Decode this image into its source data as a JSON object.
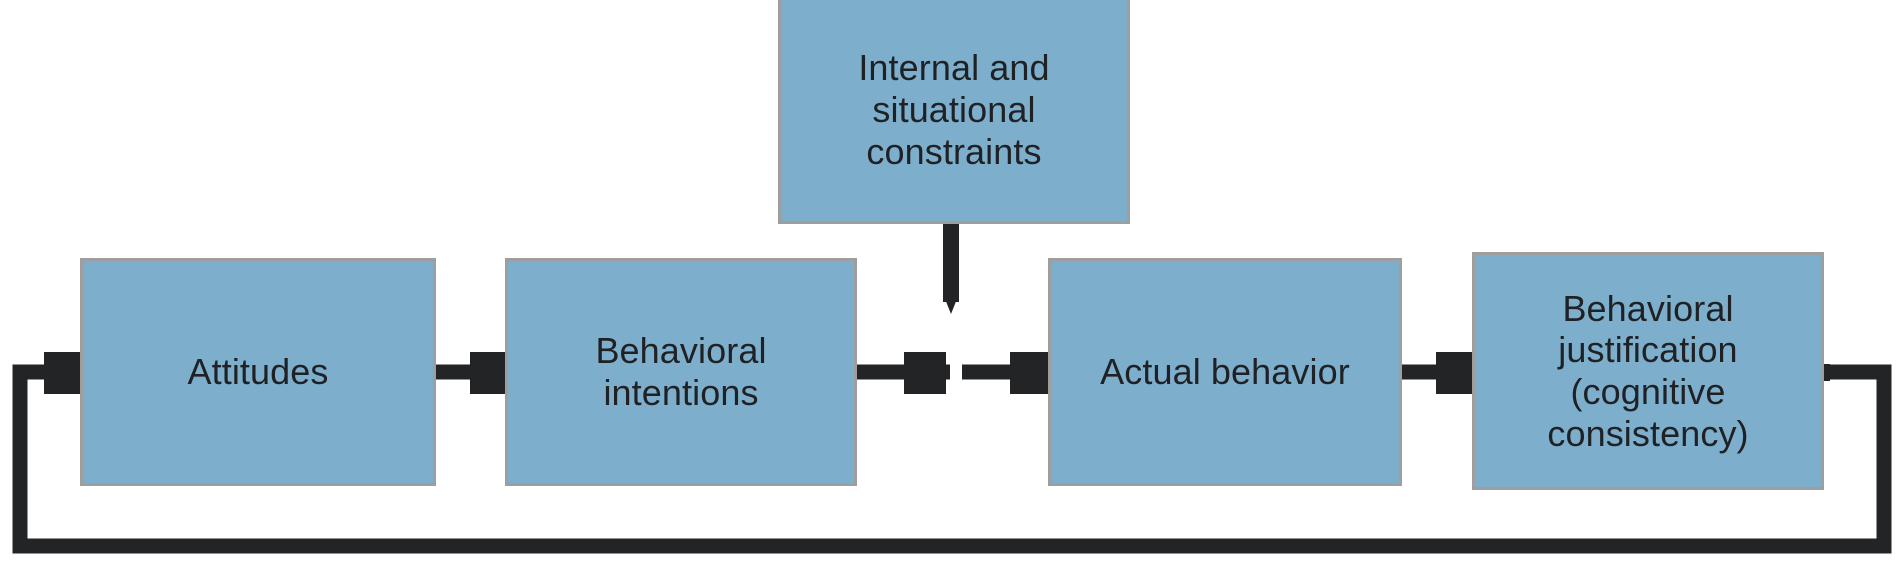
{
  "diagram": {
    "title": "Attitudes to behavior flow diagram",
    "colors": {
      "node_fill": "#7DAFCD",
      "node_border": "#9E9E9E",
      "edge": "#232426",
      "text": "#1F2124",
      "background": "#FFFFFF"
    },
    "nodes": [
      {
        "id": "constraints",
        "label": "Internal and\nsituational\nconstraints",
        "lines": [
          "Internal and",
          "situational",
          "constraints"
        ]
      },
      {
        "id": "attitudes",
        "label": "Attitudes",
        "lines": [
          "Attitudes"
        ]
      },
      {
        "id": "intentions",
        "label": "Behavioral\nintentions",
        "lines": [
          "Behavioral",
          "intentions"
        ]
      },
      {
        "id": "actual",
        "label": "Actual behavior",
        "lines": [
          "Actual behavior"
        ]
      },
      {
        "id": "justification",
        "label": "Behavioral\njustification\n(cognitive\nconsistency)",
        "lines": [
          "Behavioral",
          "justification",
          "(cognitive",
          "consistency)"
        ]
      }
    ],
    "edges": [
      {
        "id": "edge-feedback-to-attitudes",
        "from": "justification",
        "to": "attitudes",
        "kind": "feedback-loop",
        "arrow": true
      },
      {
        "id": "edge-attitudes-to-intentions",
        "from": "attitudes",
        "to": "intentions",
        "kind": "straight",
        "arrow": true
      },
      {
        "id": "edge-intentions-to-mid",
        "from": "intentions",
        "to": "midpoint",
        "kind": "straight",
        "arrow": true
      },
      {
        "id": "edge-mid-to-actual",
        "from": "midpoint",
        "to": "actual",
        "kind": "straight",
        "arrow": true
      },
      {
        "id": "edge-actual-to-justification",
        "from": "actual",
        "to": "justification",
        "kind": "straight",
        "arrow": true
      },
      {
        "id": "edge-constraints-to-flow",
        "from": "constraints",
        "to": "midpoint",
        "kind": "vertical",
        "arrow": true
      }
    ]
  }
}
